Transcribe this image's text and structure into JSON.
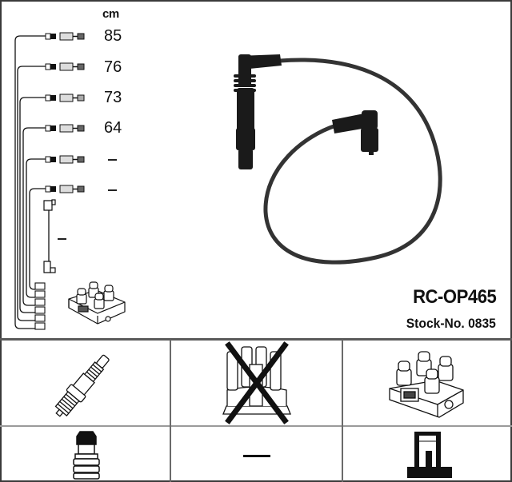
{
  "product": {
    "code": "RC-OP465",
    "stock_label": "Stock-No. 0835"
  },
  "lead_set": {
    "unit": "cm",
    "leads": [
      {
        "index": 1,
        "length": "85"
      },
      {
        "index": 2,
        "length": "76"
      },
      {
        "index": 3,
        "length": "73"
      },
      {
        "index": 4,
        "length": "64"
      },
      {
        "index": 5,
        "length": "–"
      },
      {
        "index": 6,
        "length": "–"
      }
    ],
    "coil_lead": {
      "length": "–"
    },
    "illustration": "ignition-coil-pack"
  },
  "photo": {
    "subject": "ignition-lead-with-plug-boots"
  },
  "compatibility_grid": {
    "rows": [
      [
        {
          "icon": "spark-plug-icon",
          "crossed": false
        },
        {
          "icon": "distributor-cap-icon",
          "crossed": true
        },
        {
          "icon": "ignition-coil-icon",
          "crossed": false
        }
      ],
      [
        {
          "icon": "plug-terminal-icon",
          "value": ""
        },
        {
          "icon": "dash",
          "value": "–"
        },
        {
          "icon": "coil-terminal-icon",
          "value": ""
        }
      ]
    ]
  },
  "colors": {
    "line": "#111111",
    "border": "#3a3a3a",
    "separator": "#6a6a6a",
    "background": "#ffffff"
  }
}
